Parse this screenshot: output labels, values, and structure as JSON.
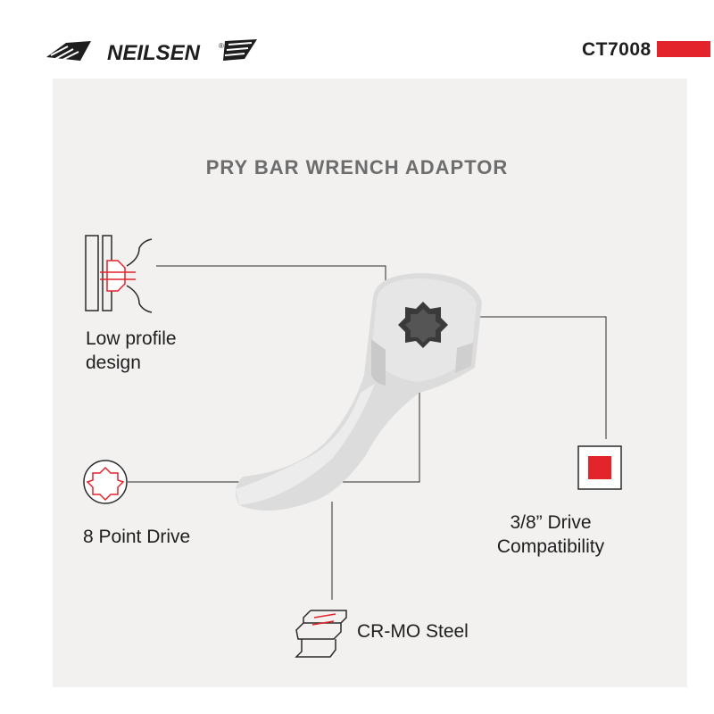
{
  "brand": {
    "logo_text": "NEILSEN",
    "reg_mark": "®",
    "product_code": "CT7008",
    "accent_color": "#e2242b"
  },
  "title": "PRY BAR WRENCH ADAPTOR",
  "features": [
    {
      "icon": "low-profile-clamp-icon",
      "line1": "Low profile",
      "line2": "design"
    },
    {
      "icon": "eight-point-socket-icon",
      "line1": "8 Point Drive"
    },
    {
      "icon": "square-drive-icon",
      "line1": "3/8” Drive",
      "line2": "Compatibility"
    },
    {
      "icon": "steel-beam-icon",
      "line1": "CR-MO Steel"
    }
  ]
}
